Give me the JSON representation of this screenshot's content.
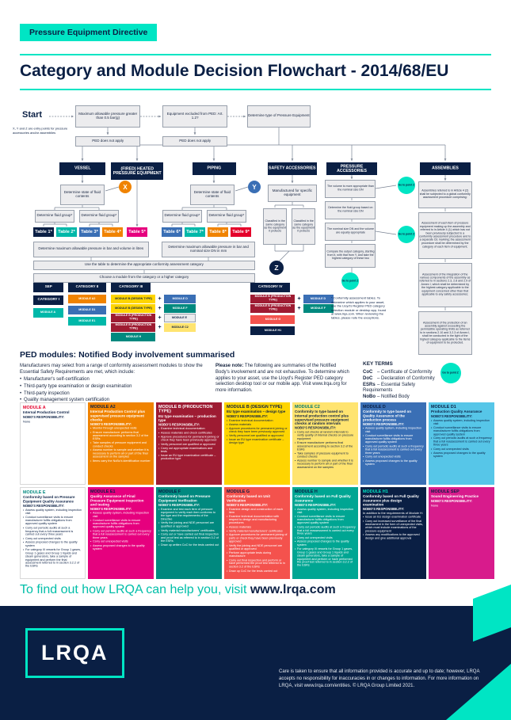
{
  "colors": {
    "navy": "#0a1f44",
    "teal": "#00e5c4"
  },
  "banner": "Pressure Equipment Directive",
  "title": "Category and Module Decision Flowchart - 2014/68/EU",
  "flowchart": {
    "start_label": "Start",
    "entry_note": "X, Y and Z are entry points for pressure accessories and/or assemblies",
    "q_pressure": "Maximum allowable pressure greater than 0.5 bar(g)",
    "q_excluded": "Equipment excluded from PED: Art. 1.2?",
    "q_type": "Determine type of Pressure Equipment",
    "ped_not_apply_1": "PED does not apply",
    "ped_not_apply_2": "PED does not apply",
    "branches": {
      "vessel": "VESSEL",
      "fired": "(FIRED) HEATED PRESSURE EQUIPMENT",
      "piping": "PIPING",
      "safety": "SAFETY ACCESSORIES",
      "pressure": "PRESSURE ACCESSORIES",
      "assemblies": "ASSEMBLIES"
    },
    "vessel": {
      "state": "Determine state of fluid contents",
      "group_1": "Determine fluid group*",
      "group_2": "Determine fluid group*",
      "tables": [
        "Table 1*",
        "Table 2*",
        "Table 3*",
        "Table 4*"
      ],
      "determine": "Determine maximum allowable pressure in bar and volume in litres"
    },
    "fired": {
      "table": "Table 5*"
    },
    "piping": {
      "state": "Determine state of fluid contents",
      "group_1": "Determine fluid group*",
      "group_2": "Determine fluid group*",
      "tables": [
        "Table 6*",
        "Table 7*",
        "Table 8*",
        "Table 9*"
      ],
      "determine": "Determine maximum allowable pressure in bar and nominal size DN in mm"
    },
    "instructions": {
      "use_table": "Use the table to determine the appropriate conformity assessment category",
      "choose_module": "Choose a module from the category or a higher category"
    },
    "markers": {
      "x": "X",
      "y": "Y",
      "z": "Z",
      "goto_z": "Go to point Z"
    },
    "safety": {
      "manufactured": "Manufactured for specific equipment",
      "classified_1": "Classified in the same category as the equipment it protects",
      "classified_2": "Classified in the same category as the equipment it protects"
    },
    "pressure_acc": {
      "volume_appropriate": "The volume is more appropriate than the nominal size DN",
      "determine_dn": "Determine the fluid group based on the nominal size DN",
      "equally_appropriate": "The nominal size DN and the volume are equally appropriate",
      "compare": "Compare the output category, starting from it, with that from Y, and take the highest category of these two"
    },
    "assemblies": {
      "intro": "Assemblies referred to in Article 4 (2) shall be subjected to a global conformity assessment procedure comprising:",
      "step_1": "Assessment of each item of pressure equipment making up the assembly and referred to in Article 4 (1) which has not been previously subjected to a conformity assessment procedure and to a separate CE marking; the assessment procedure shall be determined by the category of each item of equipment;",
      "step_2": "Assessment of the integration of the various components of the assembly as referred to in sections 2.3, 2.8 and 2.9 of Annex I, which shall be determined by the highest category applicable to the equipment concerned other than that applicable to any safety accessories;",
      "step_3": "Assessment of the protection of an assembly against exceeding the permissible operating limits as referred to in sections 2.10 and 3.2.3 of Annex I, shall be conducted in the light of the highest category applicable to the items of equipment to be protected."
    },
    "matrix": {
      "sep": "SEP",
      "cat1": "CATEGORY I",
      "cat2": "CATEGORY II",
      "cat3": "CATEGORY III",
      "cat4": "CATEGORY IV",
      "plus": "+",
      "cat1_modules": [
        "MODULE A"
      ],
      "cat2_modules": [
        "MODULE A2",
        "MODULE D1",
        "MODULE E1"
      ],
      "cat3_rows": [
        {
          "l": "MODULE B (DESIGN TYPE)",
          "r": "MODULE D"
        },
        {
          "l": "MODULE B (DESIGN TYPE)",
          "r": "MODULE F"
        },
        {
          "l": "MODULE B (PRODUCTION TYPE)",
          "r": "MODULE E"
        },
        {
          "l": "MODULE B (PRODUCTION TYPE)",
          "r": "MODULE C2"
        },
        {
          "l": "MODULE H",
          "r": ""
        }
      ],
      "cat4_rows": [
        {
          "l": "MODULE B (PRODUCTION TYPE)",
          "r": "MODULE D"
        },
        {
          "l": "MODULE B (PRODUCTION TYPE)",
          "r": "MODULE F"
        },
        {
          "l": "MODULE G",
          "r": ""
        },
        {
          "l": "MODULE H1",
          "r": ""
        }
      ],
      "footnote": "* Conformity assessment tables. To determine which applies to your asset, use the Lloyd's Register PED category selection module or desktop app, found at www.lrqa.com. When reviewing the tables, please note the exceptions."
    }
  },
  "modules_section": {
    "heading": "PED modules: Notified Body involvement summarised",
    "intro": "Manufacturers may select from a range of conformity assessment modules to show the Essential Safety Requirements are met, which include:",
    "bullets": [
      "Manufacturer's self-certification",
      "Third-party type examination or design examination",
      "Third-party inspection",
      "Quality management system certification"
    ],
    "note_label": "Please note:",
    "note_text": "The following are summaries of the Notified Body's involvement and are not exhaustive. To determine which applies to your asset, use the Lloyd's Register PED category selection desktop tool or our mobile app. Visit www.lrqa.org for more information.",
    "key_terms_label": "KEY TERMS",
    "key_terms": [
      {
        "abbr": "CoC",
        "desc": "–  Certificate of Conformity"
      },
      {
        "abbr": "DoC",
        "desc": "–  Declaration of Conformity"
      },
      {
        "abbr": "ESRs",
        "desc": "–  Essential Safety Requirements"
      },
      {
        "abbr": "NoBo",
        "desc": "–  Notified Body"
      }
    ],
    "resp_label": "NOBO'S RESPONSIBILITY:"
  },
  "cards": [
    {
      "code": "MODULE A",
      "title": "Internal Production Control",
      "note": "None",
      "bullets": []
    },
    {
      "code": "MODULE A2",
      "title": "Internal Production Control plus supervised pressure equipment checks",
      "bullets": [
        "Monitor through unexpected visits",
        "Ensure manufacturer performs final assessment according to section 3.2 of the ESRs",
        "Take samples of pressure equipment and conduct checks",
        "Assess number to sample and whether it is necessary to perform all or part of the final assessment on the samples",
        "Items carry the NoBo's identification number"
      ]
    },
    {
      "code": "MODULE B (PRODUCTION TYPE)",
      "title": "EU type examination – production type",
      "bullets": [
        "Examine technical documentation",
        "Assess materials and check certificates",
        "Approve procedures for permanent joining or check they have been previously approved",
        "Verify personnel are qualified or approved",
        "Carry out appropriate examinations and tests",
        "Issue an EU type examination certificate – production type"
      ]
    },
    {
      "code": "MODULE B (DESIGN TYPE)",
      "title": "EU type examination – design type",
      "bullets": [
        "Examine technical documentation",
        "Assess materials",
        "Approve procedures for permanent joining or check they have been previously approved",
        "Verify personnel are qualified or approved",
        "Issue an EU type examination certificate – design type"
      ]
    },
    {
      "code": "MODULE C2",
      "title": "Conformity to type based on internal production control plus supervised pressure equipment checks at random intervals",
      "bullets": [
        "Carry out checks at random intervals to verify quality of internal checks on pressure equipment",
        "Ensure manufacturer performs final assessment according to section 3.2 of the ESRs",
        "Take samples of pressure equipment to conduct checks",
        "Assess number to sample and whether it is necessary to perform all or part of the final assessment on the samples"
      ]
    },
    {
      "code": "MODULE D",
      "title": "Conformity to type based on Quality Assurance of the production process",
      "bullets": [
        "Assess quality system, including inspection visit",
        "Conduct surveillance visits to ensure manufacturer fulfils obligations from approved quality system",
        "Carry out periodic audits at such a frequency that a full reassessment is carried out every three years",
        "Carry out unexpected visits",
        "Assess proposed changes to the quality system"
      ]
    },
    {
      "code": "MODULE D1",
      "title": "Production Quality Assurance",
      "bullets": [
        "Assess quality system, including inspection visit",
        "Conduct surveillance visits to ensure manufacturer fulfils obligations from approved quality system",
        "Carry out periodic audits at such a frequency that a full reassessment is carried out every three years",
        "Carry out unexpected visits",
        "Assess proposed changes to the quality system"
      ]
    },
    {
      "code": "MODULE E",
      "title": "Conformity based on Pressure Equipment Quality Assurance",
      "bullets": [
        "Assess quality system, including inspection visit",
        "Conduct surveillance visits to ensure manufacturer fulfils obligations from approved quality system",
        "Carry out periodic audits at such a frequency that a full reassessment is carried out every three years",
        "Carry out unexpected visits",
        "Assess proposed changes to the quality system",
        "For category III vessels for Group 1 gases, Group 1 gases and Group 1 liquids and steam generators, take a sample of equipment and perform the final assessment referred to in section 3.2.2 of the ESRs"
      ]
    },
    {
      "code": "MODULE E1",
      "title": "Quality Assurance of Final Pressure Equipment Inspection and testing",
      "bullets": [
        "Assess quality system, including inspection visit",
        "Conduct surveillance visits to ensure manufacturer fulfils obligations from approved quality system",
        "Carry out periodic audits at such a frequency that a full reassessment is carried out every three years",
        "Carry out unexpected visits",
        "Assess proposed changes to the quality system"
      ]
    },
    {
      "code": "MODULE F",
      "title": "Conformity based on Pressure Equipment Verification",
      "bullets": [
        "Examine and test each item of pressure equipment to verify each item conforms to the type and the requirements of the Directive",
        "Verify the joining and NDE personnel are qualified or approved",
        "Verify material manufacturers' certificates",
        "Carry out or have carried out final inspection and proof test as referred to in section 3.2 of the ESRs",
        "Draw up written CoC for the tests carried out"
      ]
    },
    {
      "code": "MODULE G",
      "title": "Conformity based on Unit Verification",
      "bullets": [
        "Examine design and construction of each item",
        "Examine technical documentation with respect to design and manufacturing procedures",
        "Assess materials",
        "Verify material manufacturers' certificates",
        "Approve procedures for permanent joining of parts or check they have been previously approved",
        "Verify the joining and NDE personnel are qualified or approved",
        "Perform appropriate tests during manufacture",
        "Carry out final inspection and perform or have performed the proof test referred to in section 3.2 of the ESRs",
        "Draw up CoC for the tests carried out"
      ]
    },
    {
      "code": "MODULE H",
      "title": "Conformity based on Full Quality Assurance",
      "bullets": [
        "Assess quality system, including inspection visit",
        "Conduct surveillance visits to ensure manufacturer fulfils obligations from approved quality system",
        "Carry out periodic audits at such a frequency that a full reassessment is carried out every three years",
        "Carry out unexpected visits",
        "Assess proposed changes to the quality system",
        "For category III vessels for Group 1 gases, Group 1 gases and Group 1 liquids and steam generators, take a sample of equipment and perform or have performed the proof test referred to in section 3.2.2 of the ESRs"
      ]
    },
    {
      "code": "MODULE H1",
      "title": "Conformity based on Full Quality Assurance plus design examination",
      "note": "In addition to the requirements of Module H:",
      "bullets": [
        "Issue an EU design examination certificate",
        "Carry out increased surveillance of the final assessment in the form of unexpected visits, which must include examinations of the pressure equipment",
        "Assess any modifications to the approved design and give additional approval"
      ]
    },
    {
      "code": "MODULE SEP",
      "title": "Sound Engineering Practice",
      "note": "None",
      "bullets": []
    }
  ],
  "tagline": {
    "text": "To find out how LRQA can help you, visit ",
    "link": "www.lrqa.com"
  },
  "footer": {
    "logo": "LRQA",
    "legal": "Care is taken to ensure that all information provided is accurate and up to date; however, LRQA accepts no responsibility for inaccuracies in or changes to information. For more information on LRQA, visit www.lrqa.com/entities. © LRQA Group Limited 2021."
  }
}
